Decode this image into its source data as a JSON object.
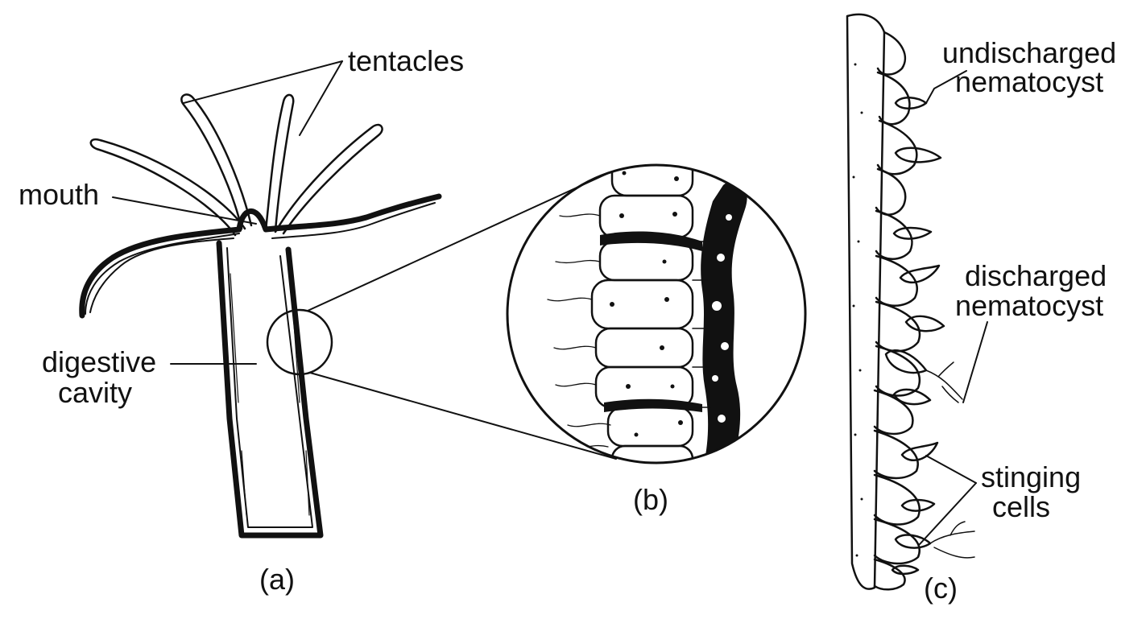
{
  "colors": {
    "ink": "#111111",
    "background": "#ffffff"
  },
  "panel_a": {
    "caption": "(a)",
    "labels": {
      "tentacles": "tentacles",
      "mouth": "mouth",
      "digestive_1": "digestive",
      "digestive_2": "cavity"
    }
  },
  "panel_b": {
    "caption": "(b)"
  },
  "panel_c": {
    "caption": "(c)",
    "labels": {
      "undischarged_1": "undischarged",
      "undischarged_2": "nematocyst",
      "discharged_1": "discharged",
      "discharged_2": "nematocyst",
      "stinging_1": "stinging",
      "stinging_2": "cells"
    }
  }
}
